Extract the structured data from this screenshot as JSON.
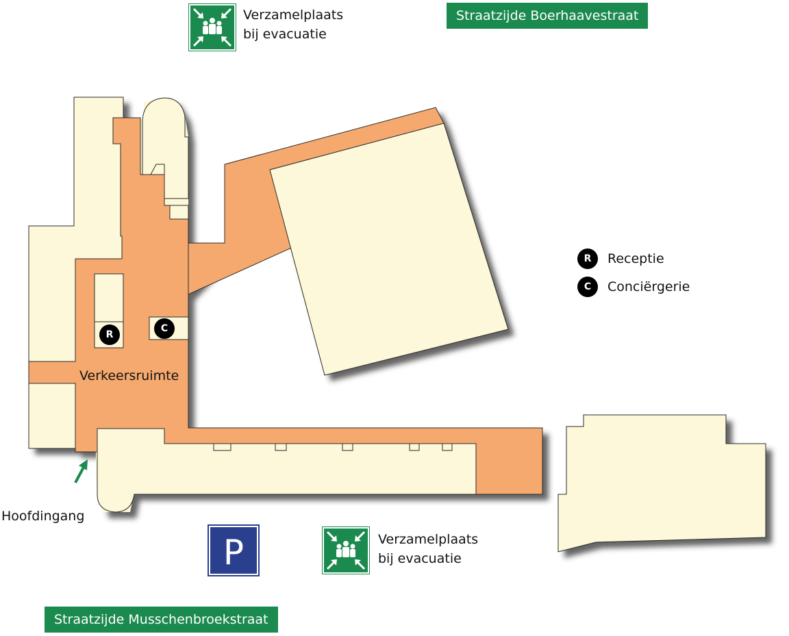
{
  "colors": {
    "room": "#fdf8d9",
    "corridor": "#f5a96f",
    "outline": "#2a2a2a",
    "shadow": "#3a3a3a",
    "sign_green": "#1b8a4e",
    "parking_blue": "#2b3f8f"
  },
  "streets": {
    "top": "Straatzijde Boerhaavestraat",
    "bottom": "Straatzijde Musschenbroekstraat"
  },
  "assembly_points": [
    {
      "line1": "Verzamelplaats",
      "line2": "bij evacuatie",
      "icon": "assembly-point-icon"
    },
    {
      "line1": "Verzamelplaats",
      "line2": "bij evacuatie",
      "icon": "assembly-point-icon"
    }
  ],
  "legend": [
    {
      "letter": "R",
      "label": "Receptie"
    },
    {
      "letter": "C",
      "label": "Conciërgerie"
    }
  ],
  "map_markers": {
    "reception": "R",
    "concierge": "C"
  },
  "labels": {
    "corridor": "Verkeersruimte",
    "entrance": "Hoofdingang"
  },
  "parking": {
    "letter": "P",
    "icon": "parking-icon"
  },
  "entrance_icon": "green-arrow-icon"
}
